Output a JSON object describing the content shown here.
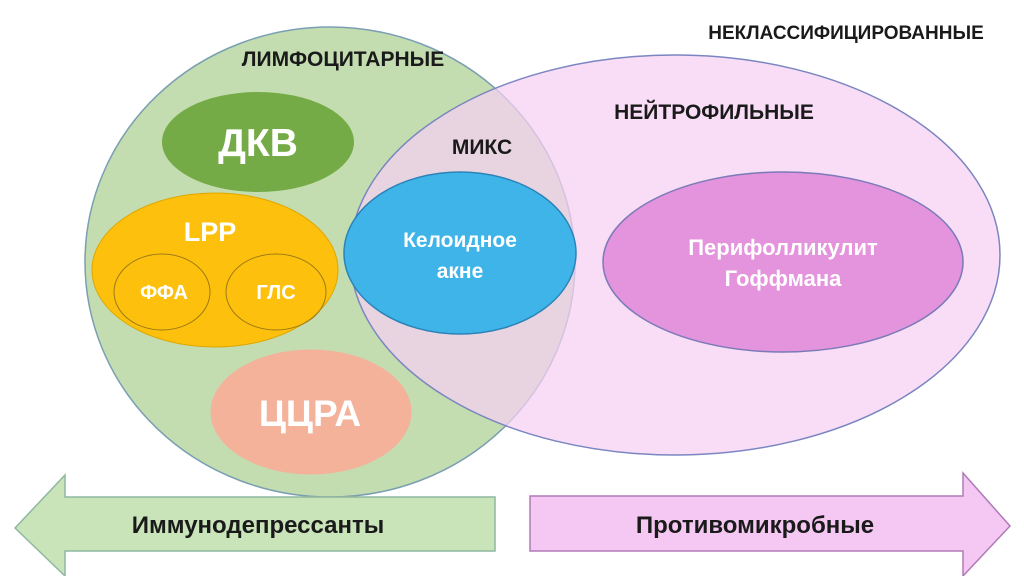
{
  "labels": {
    "unclassified": "НЕКЛАССИФИЦИРОВАННЫЕ",
    "lymphocytic": "ЛИМФОЦИТАРНЫЕ",
    "neutrophilic": "НЕЙТРОФИЛЬНЫЕ",
    "mixed": "МИКС"
  },
  "nodes": {
    "dkv": "ДКВ",
    "lpp": "LPP",
    "ffa": "ФФА",
    "gls": "ГЛС",
    "ccra": "ЦЦРА",
    "keloid_line1": "Келоидное",
    "keloid_line2": "акне",
    "hoffman_line1": "Перифолликулит",
    "hoffman_line2": "Гоффмана"
  },
  "arrows": {
    "left": "Иммунодепрессанты",
    "right": "Противомикробные"
  },
  "colors": {
    "lymphocytic_fill": "#c3ddb0",
    "neutrophilic_fill": "#f6d0f2",
    "dkv": "#74ab46",
    "lpp": "#fdc00d",
    "ccra": "#f4b29a",
    "keloid": "#3fb4e8",
    "hoffman": "#e394dc",
    "arrow_left": "#c9e4b9",
    "arrow_right": "#f4c8f2"
  }
}
